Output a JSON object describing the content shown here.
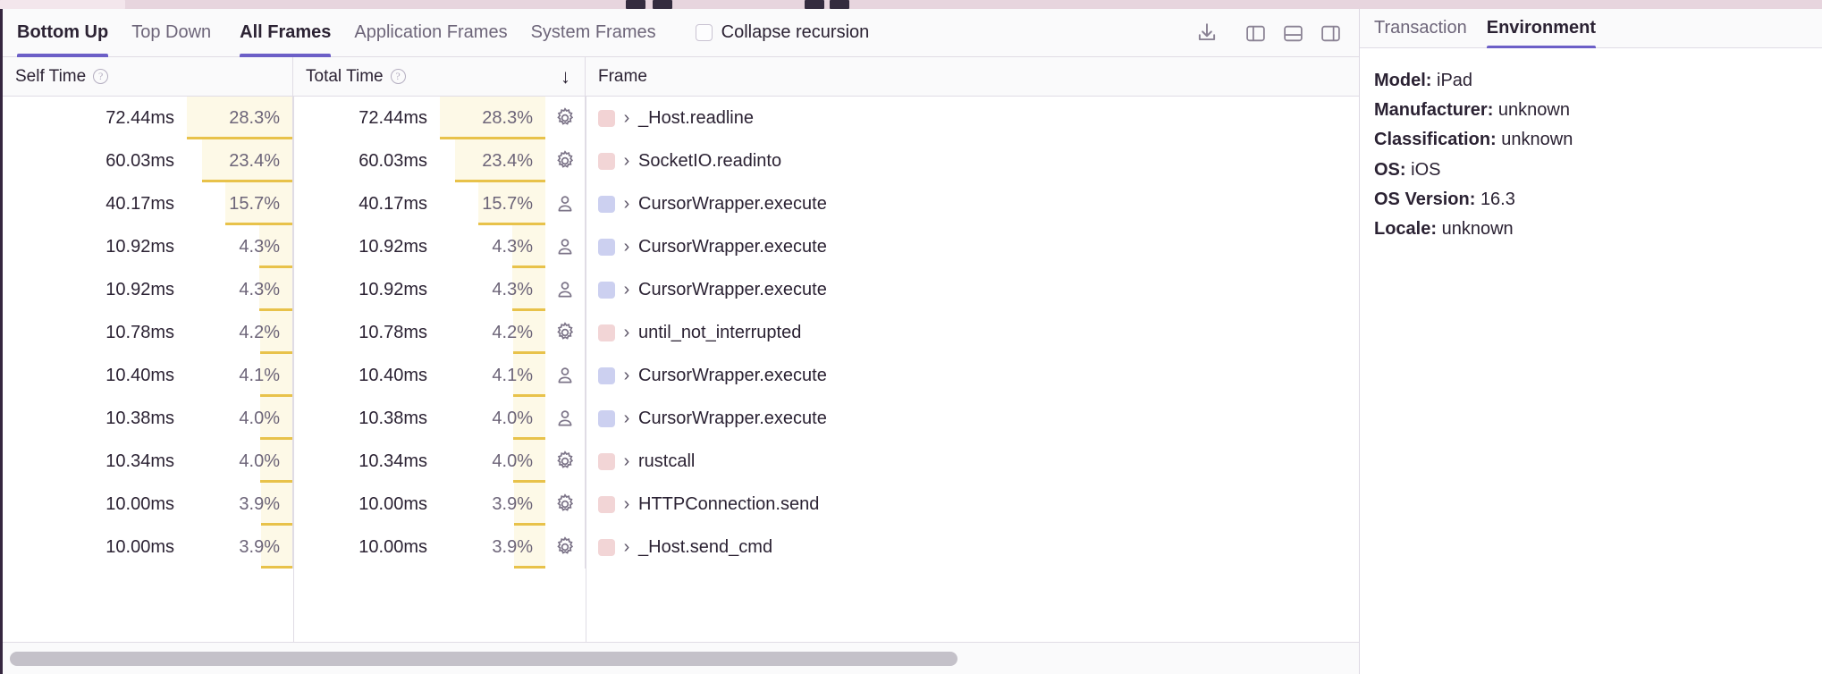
{
  "toolbar": {
    "tabs": [
      {
        "label": "Bottom Up",
        "active": true
      },
      {
        "label": "Top Down",
        "active": false
      },
      {
        "label": "All Frames",
        "active": true
      },
      {
        "label": "Application Frames",
        "active": false
      },
      {
        "label": "System Frames",
        "active": false
      }
    ],
    "collapse_recursion_label": "Collapse recursion",
    "collapse_recursion_checked": false,
    "icons": [
      "download-icon",
      "layout-left-panel-icon",
      "layout-bottom-panel-icon",
      "layout-right-panel-icon"
    ]
  },
  "table": {
    "columns": [
      {
        "label": "Self Time",
        "help": "?",
        "sorted": false
      },
      {
        "label": "Total Time",
        "help": "?",
        "sorted": true,
        "sort_dir": "↓"
      },
      {
        "label": "Frame",
        "help": "",
        "sorted": false
      }
    ],
    "rows": [
      {
        "self_time": "72.44ms",
        "self_pct": "28.3%",
        "self_pct_num": 28.3,
        "total_time": "72.44ms",
        "total_pct": "28.3%",
        "total_pct_num": 28.3,
        "frame_type": "gear-icon",
        "swatch_color": "#f2d3d4",
        "chevron": "›",
        "frame": "_Host.readline"
      },
      {
        "self_time": "60.03ms",
        "self_pct": "23.4%",
        "self_pct_num": 23.4,
        "total_time": "60.03ms",
        "total_pct": "23.4%",
        "total_pct_num": 23.4,
        "frame_type": "gear-icon",
        "swatch_color": "#f2d5d6",
        "chevron": "›",
        "frame": "SocketIO.readinto"
      },
      {
        "self_time": "40.17ms",
        "self_pct": "15.7%",
        "self_pct_num": 15.7,
        "total_time": "40.17ms",
        "total_pct": "15.7%",
        "total_pct_num": 15.7,
        "frame_type": "person-icon",
        "swatch_color": "#ccd0f0",
        "chevron": "›",
        "frame": "CursorWrapper.execute"
      },
      {
        "self_time": "10.92ms",
        "self_pct": "4.3%",
        "self_pct_num": 4.3,
        "total_time": "10.92ms",
        "total_pct": "4.3%",
        "total_pct_num": 4.3,
        "frame_type": "person-icon",
        "swatch_color": "#ccd0f0",
        "chevron": "›",
        "frame": "CursorWrapper.execute"
      },
      {
        "self_time": "10.92ms",
        "self_pct": "4.3%",
        "self_pct_num": 4.3,
        "total_time": "10.92ms",
        "total_pct": "4.3%",
        "total_pct_num": 4.3,
        "frame_type": "person-icon",
        "swatch_color": "#ccd0f0",
        "chevron": "›",
        "frame": "CursorWrapper.execute"
      },
      {
        "self_time": "10.78ms",
        "self_pct": "4.2%",
        "self_pct_num": 4.2,
        "total_time": "10.78ms",
        "total_pct": "4.2%",
        "total_pct_num": 4.2,
        "frame_type": "gear-icon",
        "swatch_color": "#f2d5d6",
        "chevron": "›",
        "frame": "until_not_interrupted"
      },
      {
        "self_time": "10.40ms",
        "self_pct": "4.1%",
        "self_pct_num": 4.1,
        "total_time": "10.40ms",
        "total_pct": "4.1%",
        "total_pct_num": 4.1,
        "frame_type": "person-icon",
        "swatch_color": "#ccd0f0",
        "chevron": "›",
        "frame": "CursorWrapper.execute"
      },
      {
        "self_time": "10.38ms",
        "self_pct": "4.0%",
        "self_pct_num": 4.0,
        "total_time": "10.38ms",
        "total_pct": "4.0%",
        "total_pct_num": 4.0,
        "frame_type": "person-icon",
        "swatch_color": "#ccd0f0",
        "chevron": "›",
        "frame": "CursorWrapper.execute"
      },
      {
        "self_time": "10.34ms",
        "self_pct": "4.0%",
        "self_pct_num": 4.0,
        "total_time": "10.34ms",
        "total_pct": "4.0%",
        "total_pct_num": 4.0,
        "frame_type": "gear-icon",
        "swatch_color": "#f2d5d6",
        "chevron": "›",
        "frame": "rustcall"
      },
      {
        "self_time": "10.00ms",
        "self_pct": "3.9%",
        "self_pct_num": 3.9,
        "total_time": "10.00ms",
        "total_pct": "3.9%",
        "total_pct_num": 3.9,
        "frame_type": "gear-icon",
        "swatch_color": "#f2d5d6",
        "chevron": "›",
        "frame": "HTTPConnection.send"
      },
      {
        "self_time": "10.00ms",
        "self_pct": "3.9%",
        "self_pct_num": 3.9,
        "total_time": "10.00ms",
        "total_pct": "3.9%",
        "total_pct_num": 3.9,
        "frame_type": "gear-icon",
        "swatch_color": "#f2d5d6",
        "chevron": "›",
        "frame": "_Host.send_cmd"
      }
    ]
  },
  "details": {
    "tabs": [
      {
        "label": "Transaction",
        "active": false
      },
      {
        "label": "Environment",
        "active": true
      }
    ],
    "fields": [
      {
        "key": "Model:",
        "value": "iPad"
      },
      {
        "key": "Manufacturer:",
        "value": "unknown"
      },
      {
        "key": "Classification:",
        "value": "unknown"
      },
      {
        "key": "OS:",
        "value": "iOS"
      },
      {
        "key": "OS Version:",
        "value": "16.3"
      },
      {
        "key": "Locale:",
        "value": "unknown"
      }
    ]
  },
  "colors": {
    "accent": "#6c5fc7",
    "pct_bar_bg": "#fdf9e7",
    "pct_underline": "#e8c24a",
    "system_frame_swatch": "#f2d5d6",
    "app_frame_swatch": "#ccd0f0"
  }
}
